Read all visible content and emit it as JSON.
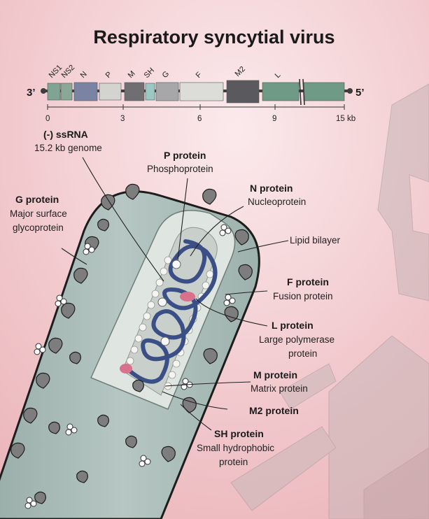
{
  "title": "Respiratory syncytial virus",
  "genome_map": {
    "end_left": "3’",
    "end_right": "5’",
    "genes": [
      {
        "label": "NS1",
        "color": "#7fa493"
      },
      {
        "label": "NS2",
        "color": "#8aa896"
      },
      {
        "label": "N",
        "color": "#7b83a3"
      },
      {
        "label": "P",
        "color": "#d3d3d0"
      },
      {
        "label": "M",
        "color": "#6f6f72"
      },
      {
        "label": "SH",
        "color": "#9cc7c3"
      },
      {
        "label": "G",
        "color": "#a7a7aa"
      },
      {
        "label": "F",
        "color": "#dcdcd8"
      },
      {
        "label": "M2",
        "color": "#5a5a5e"
      },
      {
        "label": "L",
        "color": "#6e9a86"
      }
    ],
    "ticks": [
      "0",
      "3",
      "6",
      "9",
      "15"
    ],
    "unit": "kb"
  },
  "labels": {
    "ssrna_title": "(-) ssRNA",
    "ssrna_sub": "15.2 kb genome",
    "p_title": "P protein",
    "p_sub": "Phosphoprotein",
    "n_title": "N protein",
    "n_sub": "Nucleoprotein",
    "g_title": "G protein",
    "g_sub1": "Major surface",
    "g_sub2": "glycoprotein",
    "lipid": "Lipid bilayer",
    "f_title": "F protein",
    "f_sub": "Fusion protein",
    "l_title": "L protein",
    "l_sub1": "Large polymerase",
    "l_sub2": "protein",
    "m_title": "M protein",
    "m_sub": "Matrix protein",
    "m2_title": "M2 protein",
    "sh_title": "SH protein",
    "sh_sub1": "Small hydrophobic",
    "sh_sub2": "protein"
  },
  "colors": {
    "background": "#f3cfd2",
    "virion": "#a9bcb8",
    "genome_backbone": "#3d3d3d",
    "rna_strand": "#3a4f86",
    "l_protein": "#d9708c"
  }
}
